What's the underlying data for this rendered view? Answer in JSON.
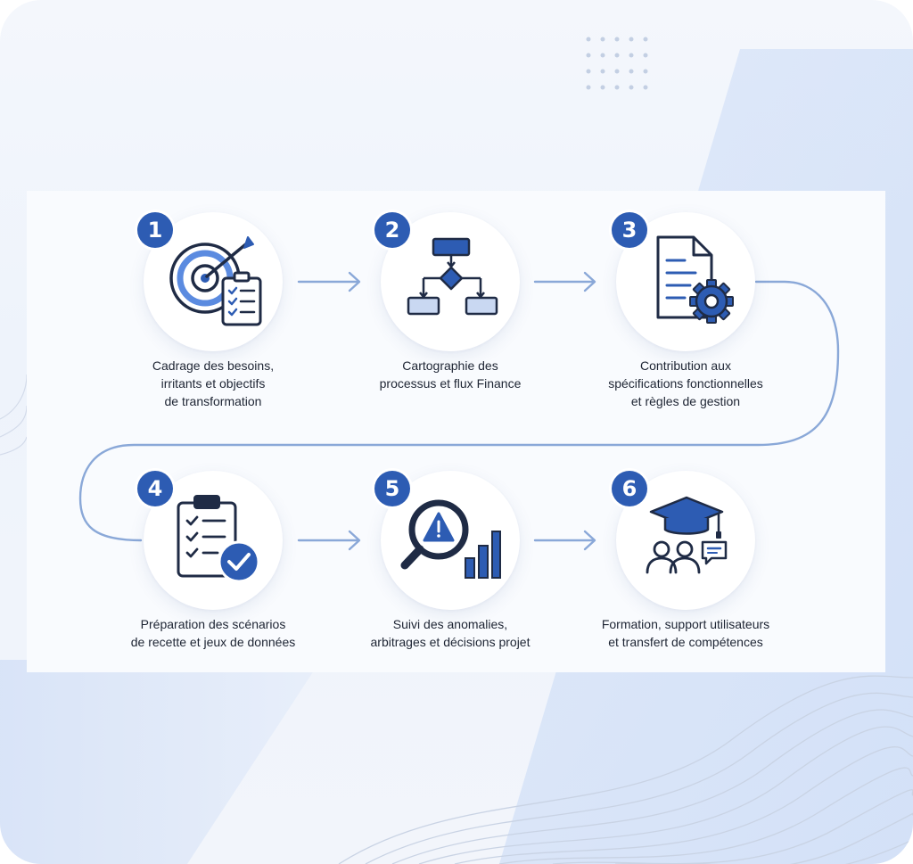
{
  "steps": [
    {
      "number": "1",
      "icon": "target-checklist-icon",
      "label_lines": [
        "Cadrage des besoins,",
        "irritants et objectifs",
        "de transformation"
      ]
    },
    {
      "number": "2",
      "icon": "flowchart-icon",
      "label_lines": [
        "Cartographie des",
        "processus et flux Finance"
      ]
    },
    {
      "number": "3",
      "icon": "document-gear-icon",
      "label_lines": [
        "Contribution aux",
        "spécifications fonctionnelles",
        "et règles de gestion"
      ]
    },
    {
      "number": "4",
      "icon": "clipboard-check-icon",
      "label_lines": [
        "Préparation des scénarios",
        "de recette et jeux de données"
      ]
    },
    {
      "number": "5",
      "icon": "magnifier-alert-chart-icon",
      "label_lines": [
        "Suivi des anomalies,",
        "arbitrages et décisions projet"
      ]
    },
    {
      "number": "6",
      "icon": "graduation-users-icon",
      "label_lines": [
        "Formation, support utilisateurs",
        "et transfert de compétences"
      ]
    }
  ],
  "colors": {
    "accent": "#2d5cb3",
    "accent_light": "#5b8be0",
    "icon_stroke": "#1f2b45",
    "connector": "#8aa8d8"
  }
}
